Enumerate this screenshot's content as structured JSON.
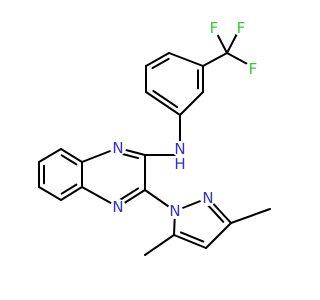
{
  "molecule": {
    "colors": {
      "bond": "#000000",
      "N": "#3333cc",
      "F": "#33cc33",
      "H": "#3333cc"
    },
    "atoms": [
      {
        "id": "n1",
        "symbol": "N",
        "label": "N"
      },
      {
        "id": "n4",
        "symbol": "N",
        "label": "N"
      },
      {
        "id": "nh",
        "symbol": "N",
        "label": "N"
      },
      {
        "id": "h",
        "symbol": "H",
        "label": "H"
      },
      {
        "id": "np1",
        "symbol": "N",
        "label": "N"
      },
      {
        "id": "np2",
        "symbol": "N",
        "label": "N"
      },
      {
        "id": "f1",
        "symbol": "F",
        "label": "F"
      },
      {
        "id": "f2",
        "symbol": "F",
        "label": "F"
      },
      {
        "id": "f3",
        "symbol": "F",
        "label": "F"
      }
    ]
  }
}
